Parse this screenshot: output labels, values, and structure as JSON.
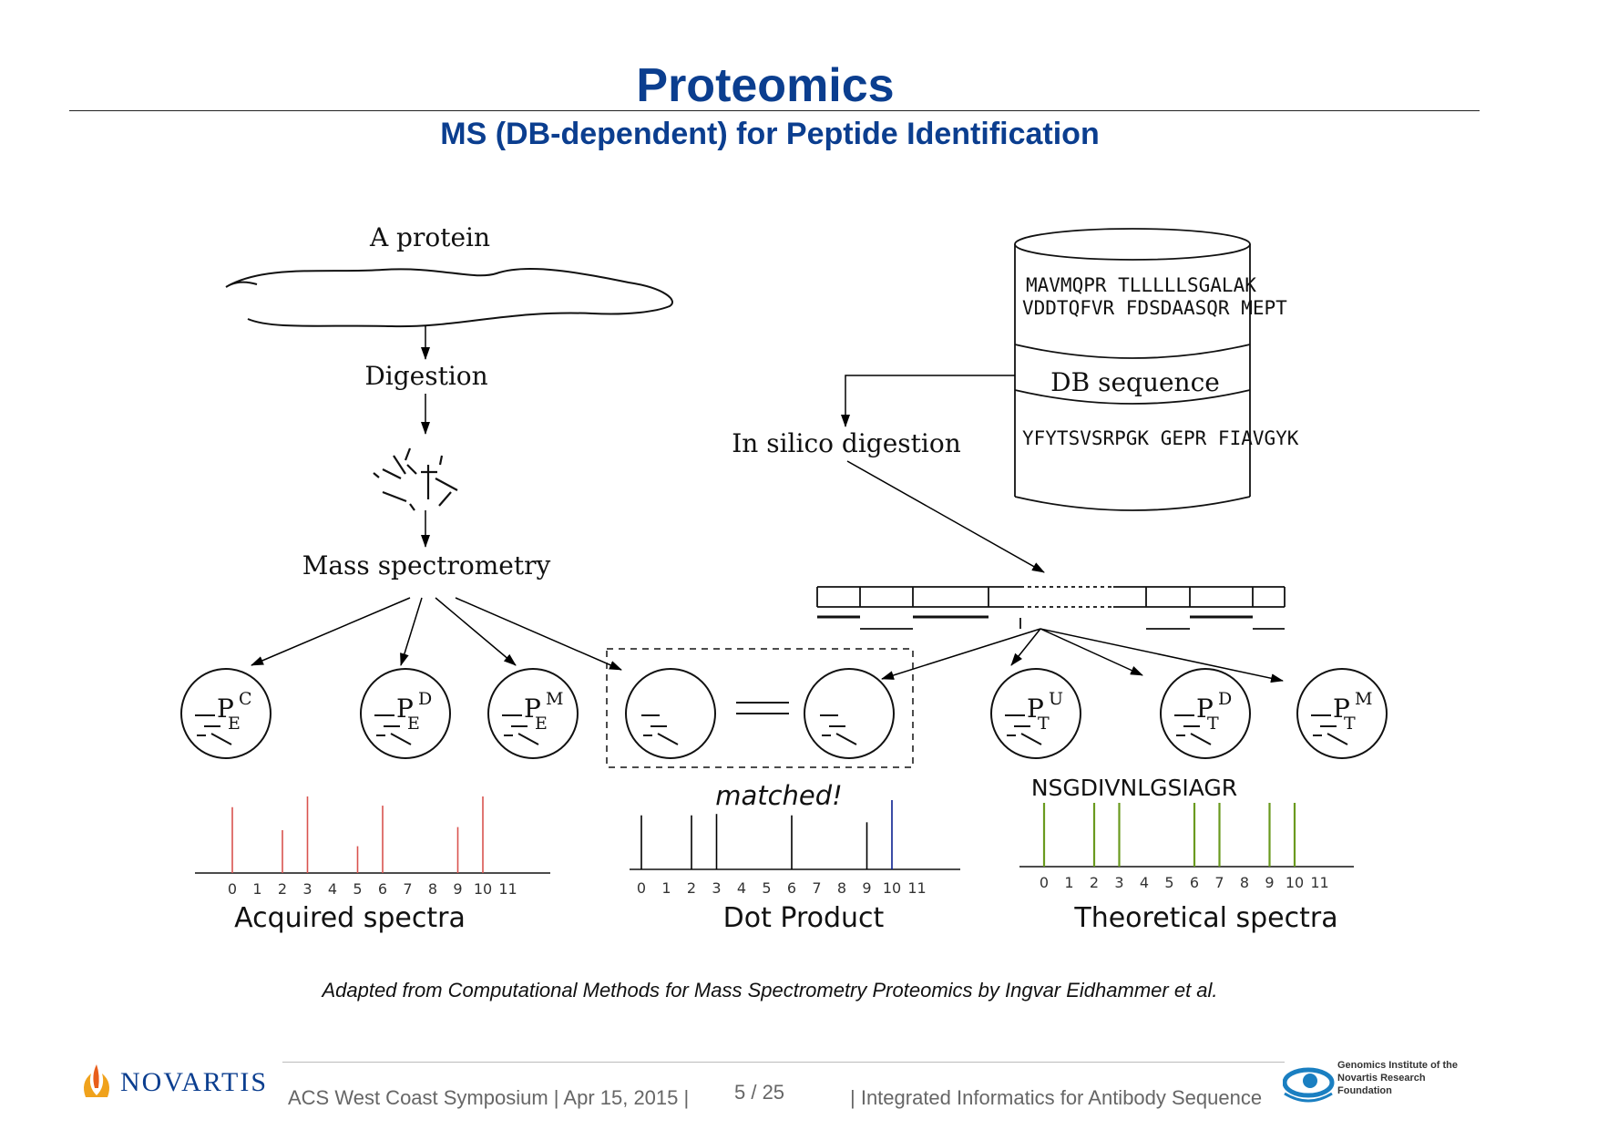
{
  "title": "Proteomics",
  "subtitle": "MS (DB-dependent) for Peptide Identification",
  "diagram": {
    "protein_label": "A protein",
    "digestion_label": "Digestion",
    "mass_spec_label": "Mass spectrometry",
    "in_silico_label": "In silico digestion",
    "db_line1": "MAVMQPR TLLLLLSGALAK",
    "db_line2": "VDDTQFVR FDSDAASQR MEPT",
    "db_band_label": "DB sequence",
    "db_line3": "YFYTSVSRPGK GEPR FIAVGYK",
    "matched_label": "matched!",
    "peptide_seq": "NSGDIVNLGSIAGR",
    "acquired_label": "Acquired spectra",
    "dot_label": "Dot Product",
    "theoretical_label": "Theoretical spectra",
    "nodes": [
      {
        "main": "P",
        "sub": "E",
        "sup": "C"
      },
      {
        "main": "P",
        "sub": "E",
        "sup": "D"
      },
      {
        "main": "P",
        "sub": "E",
        "sup": "M"
      },
      {
        "main": "P",
        "sub": "T",
        "sup": "U"
      },
      {
        "main": "P",
        "sub": "T",
        "sup": "D"
      },
      {
        "main": "P",
        "sub": "T",
        "sup": "M"
      }
    ],
    "axis_ticks": [
      "0",
      "1",
      "2",
      "3",
      "4",
      "5",
      "6",
      "7",
      "8",
      "9",
      "10",
      "11"
    ]
  },
  "chart_data": [
    {
      "type": "bar",
      "title": "Acquired spectra",
      "x": [
        0,
        2,
        3,
        5,
        6,
        9,
        10
      ],
      "values": [
        0.86,
        0.56,
        1.0,
        0.35,
        0.88,
        0.6,
        1.0
      ],
      "color": "#d9534f"
    },
    {
      "type": "bar",
      "title": "Dot Product",
      "x": [
        0,
        2,
        3,
        6,
        9,
        10
      ],
      "values": [
        0.78,
        0.78,
        0.8,
        0.78,
        0.68,
        1.0
      ],
      "colors": [
        "#000000",
        "#000000",
        "#000000",
        "#000000",
        "#000000",
        "#0a1f8f"
      ]
    },
    {
      "type": "bar",
      "title": "Theoretical spectra",
      "x": [
        0,
        2,
        3,
        6,
        7,
        9,
        10
      ],
      "values": [
        1.0,
        1.0,
        1.0,
        1.0,
        1.0,
        1.0,
        1.0
      ],
      "color": "#6a9a1f"
    }
  ],
  "caption": "Adapted from Computational Methods for Mass Spectrometry Proteomics by Ingvar Eidhammer et al.",
  "footer": {
    "logo_text": "NOVARTIS",
    "left": "ACS West Coast Symposium | Apr 15, 2015 |",
    "page": "5 / 25",
    "right": "| Integrated Informatics for Antibody Sequence",
    "gnf_line1": "Genomics Institute of the",
    "gnf_line2": "Novartis Research",
    "gnf_line3": "Foundation"
  },
  "colors": {
    "title_blue": "#0b3e8f",
    "acquired_red": "#d9534f",
    "theoretical_green": "#6a9a1f",
    "dot_blue": "#0a1f8f"
  }
}
